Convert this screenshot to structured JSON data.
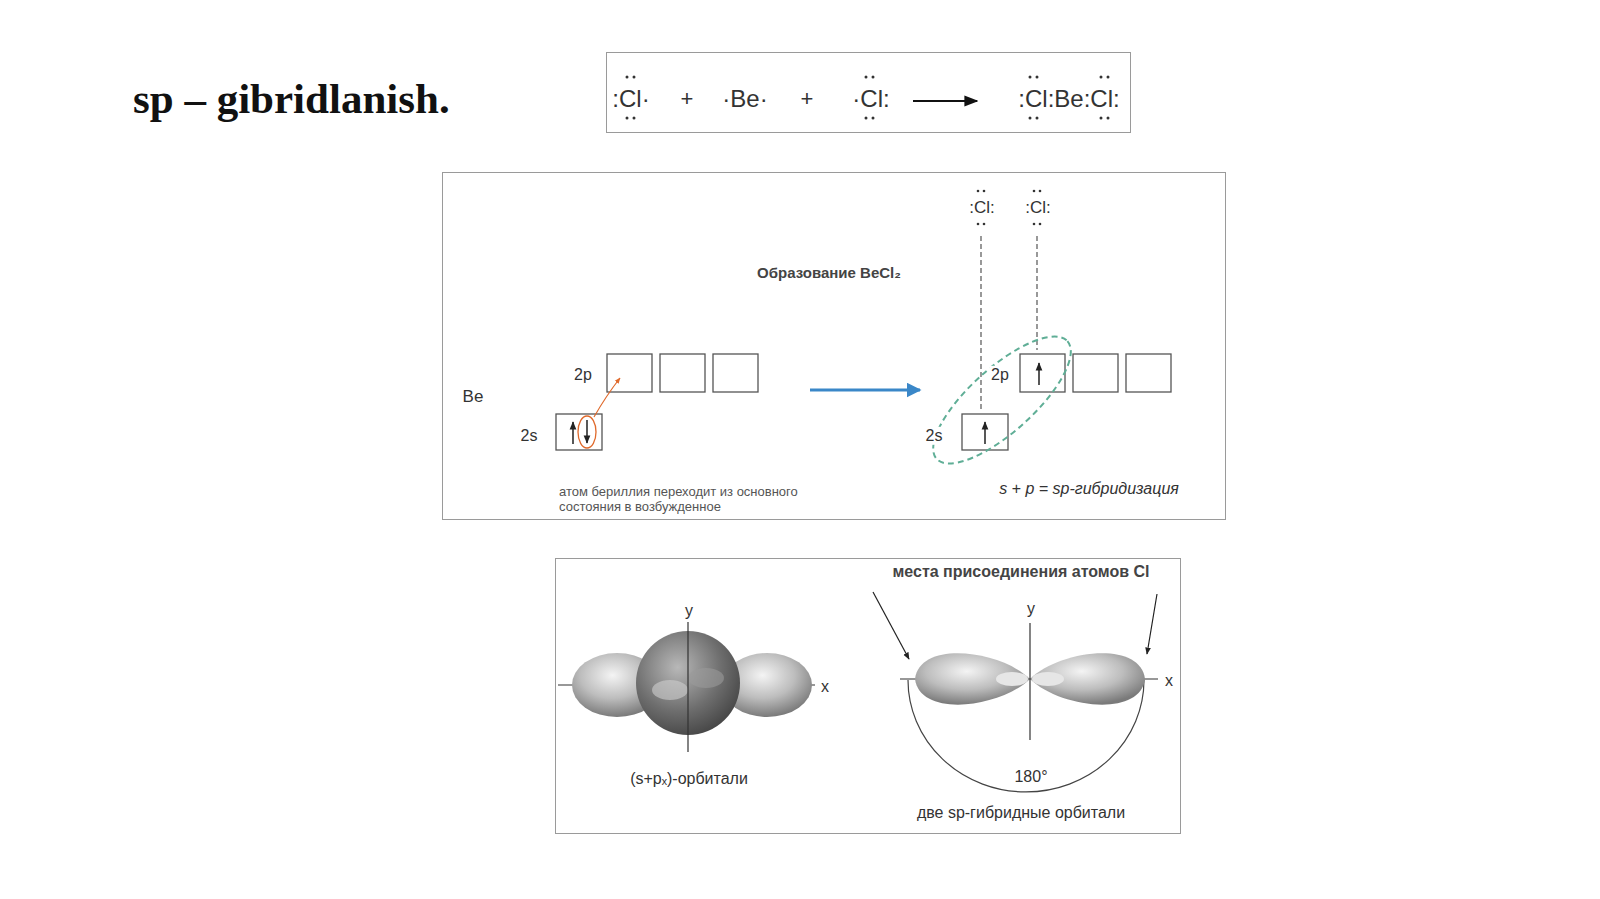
{
  "diagram": {
    "title": "sp – gibridlanish.",
    "nodes": [
      {
        "text": [
          ":Cl·",
          "+",
          "·Be·",
          "+",
          "·Cl:",
          ":Cl:Be:Cl:"
        ]
      },
      {
        "text": [
          "Образование BeCl₂",
          ":Cl:",
          ":Cl:",
          "Be",
          "2p",
          "2s",
          "2p",
          "2s",
          "атом бериллия переходит из основного состояния в возбужденное",
          "s + p = sp-гибридизация"
        ]
      },
      {
        "text": [
          "места присоединения атомов Cl",
          "y",
          "x",
          "(s+pₓ)-орбитали",
          "y",
          "x",
          "180°",
          "две sp-гибридные орбитали"
        ]
      }
    ]
  }
}
